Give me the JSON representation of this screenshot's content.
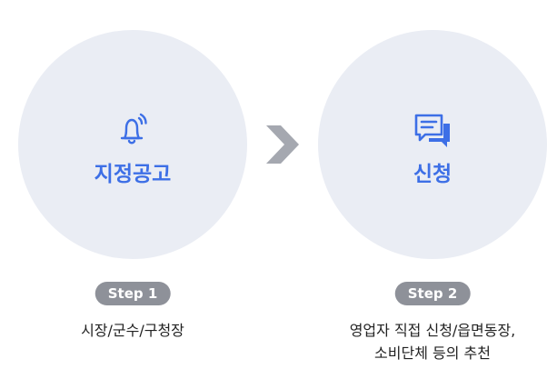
{
  "colors": {
    "circle_bg": "#eaedf4",
    "accent": "#3d6fe6",
    "badge_bg": "#8e9199",
    "arrow": "#a5a8b0",
    "text": "#222222"
  },
  "steps": [
    {
      "icon": "bell-ringing-icon",
      "title": "지정공고",
      "badge": "Step 1",
      "desc_lines": [
        "시장/군수/구청장"
      ]
    },
    {
      "icon": "chat-bubbles-icon",
      "title": "신청",
      "badge": "Step 2",
      "desc_lines": [
        "영업자 직접 신청/읍면동장,",
        "소비단체 등의 추천"
      ]
    }
  ],
  "connector_icon": "chevron-right-icon"
}
